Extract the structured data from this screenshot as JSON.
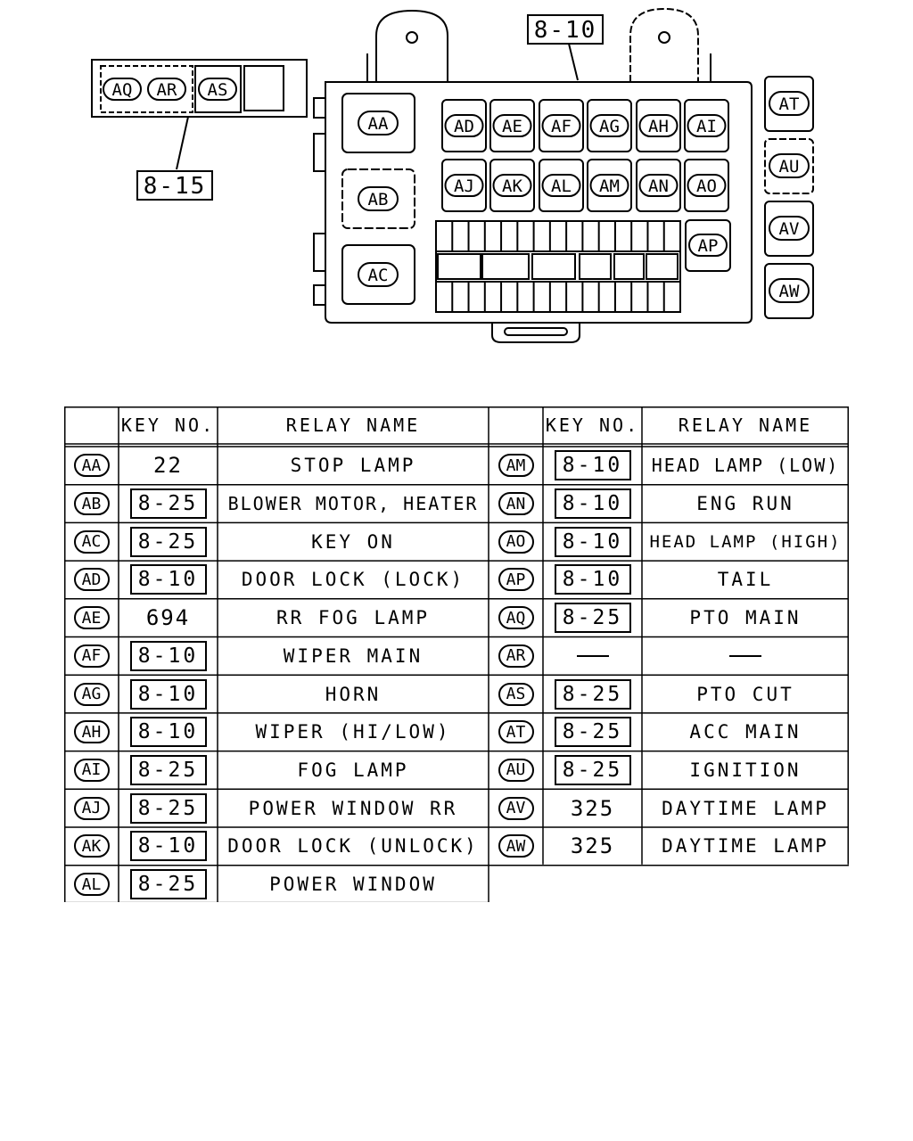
{
  "diagram": {
    "main_ref": "8-10",
    "side_ref": "8-15",
    "side_relays": [
      "AQ",
      "AR",
      "AS"
    ],
    "left_large_relays": [
      "AA",
      "AB",
      "AC"
    ],
    "grid_row1": [
      "AD",
      "AE",
      "AF",
      "AG",
      "AH",
      "AI"
    ],
    "grid_row2": [
      "AJ",
      "AK",
      "AL",
      "AM",
      "AN",
      "AO"
    ],
    "small_relay": "AP",
    "right_relays": [
      "AT",
      "AU",
      "AV",
      "AW"
    ]
  },
  "table": {
    "headers": {
      "key": "",
      "key_no": "KEY NO.",
      "relay_name": "RELAY NAME"
    },
    "left": [
      {
        "key": "AA",
        "key_no": "22",
        "boxed": false,
        "name": "STOP LAMP"
      },
      {
        "key": "AB",
        "key_no": "8-25",
        "boxed": true,
        "name": "BLOWER MOTOR, HEATER"
      },
      {
        "key": "AC",
        "key_no": "8-25",
        "boxed": true,
        "name": "KEY ON"
      },
      {
        "key": "AD",
        "key_no": "8-10",
        "boxed": true,
        "name": "DOOR LOCK (LOCK)"
      },
      {
        "key": "AE",
        "key_no": "694",
        "boxed": false,
        "name": "RR FOG LAMP"
      },
      {
        "key": "AF",
        "key_no": "8-10",
        "boxed": true,
        "name": "WIPER MAIN"
      },
      {
        "key": "AG",
        "key_no": "8-10",
        "boxed": true,
        "name": "HORN"
      },
      {
        "key": "AH",
        "key_no": "8-10",
        "boxed": true,
        "name": "WIPER (HI/LOW)"
      },
      {
        "key": "AI",
        "key_no": "8-25",
        "boxed": true,
        "name": "FOG LAMP"
      },
      {
        "key": "AJ",
        "key_no": "8-25",
        "boxed": true,
        "name": "POWER WINDOW RR"
      },
      {
        "key": "AK",
        "key_no": "8-10",
        "boxed": true,
        "name": "DOOR LOCK (UNLOCK)"
      },
      {
        "key": "AL",
        "key_no": "8-25",
        "boxed": true,
        "name": "POWER WINDOW"
      }
    ],
    "right": [
      {
        "key": "AM",
        "key_no": "8-10",
        "boxed": true,
        "name": "HEAD LAMP (LOW)"
      },
      {
        "key": "AN",
        "key_no": "8-10",
        "boxed": true,
        "name": "ENG RUN"
      },
      {
        "key": "AO",
        "key_no": "8-10",
        "boxed": true,
        "name": "HEAD LAMP (HIGH)"
      },
      {
        "key": "AP",
        "key_no": "8-10",
        "boxed": true,
        "name": "TAIL"
      },
      {
        "key": "AQ",
        "key_no": "8-25",
        "boxed": true,
        "name": "PTO MAIN"
      },
      {
        "key": "AR",
        "key_no": "",
        "boxed": false,
        "name": ""
      },
      {
        "key": "AS",
        "key_no": "8-25",
        "boxed": true,
        "name": "PTO CUT"
      },
      {
        "key": "AT",
        "key_no": "8-25",
        "boxed": true,
        "name": "ACC MAIN"
      },
      {
        "key": "AU",
        "key_no": "8-25",
        "boxed": true,
        "name": "IGNITION"
      },
      {
        "key": "AV",
        "key_no": "325",
        "boxed": false,
        "name": "DAYTIME LAMP"
      },
      {
        "key": "AW",
        "key_no": "325",
        "boxed": false,
        "name": "DAYTIME LAMP"
      }
    ]
  }
}
